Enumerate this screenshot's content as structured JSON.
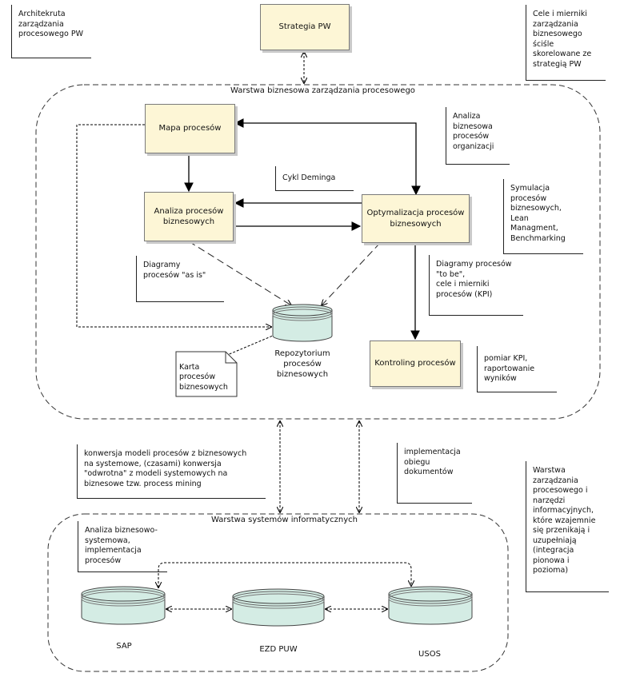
{
  "notes": {
    "architecture": "Architekruta\nzarządzania\nprocesowego PW",
    "goals": "Cele i mierniki\nzarządzania\nbiznesowego\nściśle\nskorelowane ze\nstrategią PW",
    "business_analysis": "Analiza\nbiznesowa\nprocesów\norganizacji",
    "simulation": "Symulacja\nprocesów\nbiznesowych,\nLean\nManagment,\nBenchmarking",
    "as_is": "Diagramy\nprocesów \"as is\"",
    "to_be": "Diagramy procesów\n\"to be\",\ncele i mierniki\nprocesów (KPI)",
    "kpi": "pomiar KPI,\nraportowanie\nwyników",
    "conversion": "konwersja modeli procesów z biznesowych\nna systemowe, (czasami) konwersja\n\"odwrotna\"  z modeli systemowych na\nbiznesowe tzw. process mining",
    "document_flow": "implementacja\nobiegu\ndokumentów",
    "layers_note": "Warstwa\nzarządzania\nprocesowego i\nnarzędzi\ninformacyjnych,\nktóre  wzajemnie\nsię przenikają i\nuzupełniają\n(integracja\npionowa i\npozioma)",
    "system_analysis": "Analiza biznesowo-\nsystemowa,\nimplementacja\nprocesów",
    "deming": "Cykl Deminga"
  },
  "boxes": {
    "strategy": "Strategia PW",
    "process_map": "Mapa procesów",
    "analysis": "Analiza procesów\nbiznesowych",
    "optimization": "Optymalizacja procesów\nbiznesowych",
    "controlling": "Kontroling procesów"
  },
  "artifacts": {
    "process_card": "Karta\nprocesów\nbiznesowych"
  },
  "repositories": {
    "process_repo": "Repozytorium\nprocesów\nbiznesowych",
    "sap": "SAP",
    "ezd": "EZD PUW",
    "usos": "USOS"
  },
  "layers": {
    "business": "Warstwa biznesowa zarządzania procesowego",
    "systems": "Warstwa systemów informatycznych"
  },
  "colors": {
    "box_fill": "#fdf6d6",
    "cylinder_fill": "#d4ece4",
    "line": "#000000"
  }
}
